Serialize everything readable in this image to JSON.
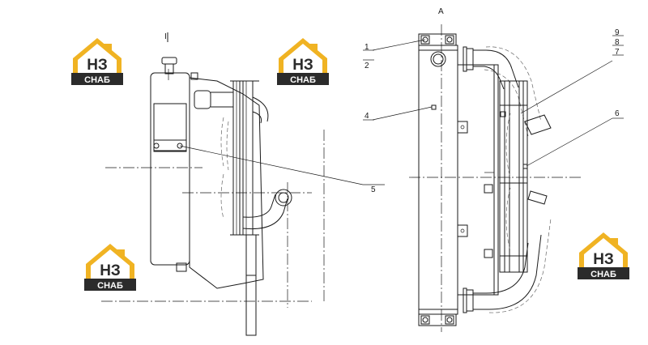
{
  "view_label": "A",
  "arrow_label": "I",
  "callouts": [
    "1",
    "2",
    "4",
    "5",
    "6",
    "7",
    "8",
    "9"
  ],
  "watermark": {
    "main": "НЗ",
    "sub": "СНАБ",
    "colors": {
      "house": "#f0b323",
      "dark": "#2b2b2b",
      "white": "#ffffff"
    }
  }
}
